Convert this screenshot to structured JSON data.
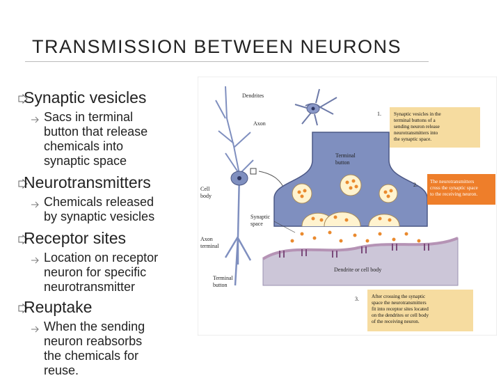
{
  "title": "TRANSMISSION BETWEEN NEURONS",
  "bullets": [
    {
      "label": "Synaptic vesicles",
      "sub": [
        "Sacs in terminal",
        "button that release",
        "chemicals into",
        "synaptic space"
      ]
    },
    {
      "label": "Neurotransmitters",
      "sub": [
        "Chemicals released",
        "by synaptic vesicles"
      ]
    },
    {
      "label": "Receptor sites",
      "sub": [
        "Location on receptor",
        "neuron for specific",
        "neurotransmitter"
      ]
    },
    {
      "label": "Reuptake",
      "sub": [
        "When the sending",
        "neuron reabsorbs",
        "the chemicals for",
        "reuse."
      ]
    }
  ],
  "figure": {
    "labels": {
      "dendrites": "Dendrites",
      "axon": "Axon",
      "cell_body": [
        "Cell",
        "body"
      ],
      "axon_terminal": [
        "Axon",
        "terminal"
      ],
      "terminal_button_left": [
        "Terminal",
        "button"
      ],
      "terminal_button_mid": [
        "Terminal",
        "button"
      ],
      "synaptic_space": [
        "Synaptic",
        "space"
      ],
      "dendrite_cell": "Dendrite or cell body"
    },
    "steps": [
      {
        "number": "1.",
        "text": [
          "Synaptic vesicles in the",
          "terminal buttons of a",
          "sending neuron release",
          "neurotransmitters into",
          "the synaptic space."
        ]
      },
      {
        "number": "2.",
        "text": [
          "The neurotransmitters",
          "cross the synaptic space",
          "to the receiving neuron."
        ]
      },
      {
        "number": "3.",
        "text": [
          "After crossing the synaptic",
          "space the neurotransmitters",
          "fit into receptor sites located",
          "on the dendrites or cell body",
          "of the receiving neuron."
        ]
      }
    ]
  },
  "colors": {
    "callout_yellow": "#f6dca0",
    "callout_orange": "#ee7e2a",
    "neuron_blue": "#7f8fbf",
    "vesicle_orange": "#ea8a2e",
    "receptor_purple": "#9a6a9a"
  }
}
